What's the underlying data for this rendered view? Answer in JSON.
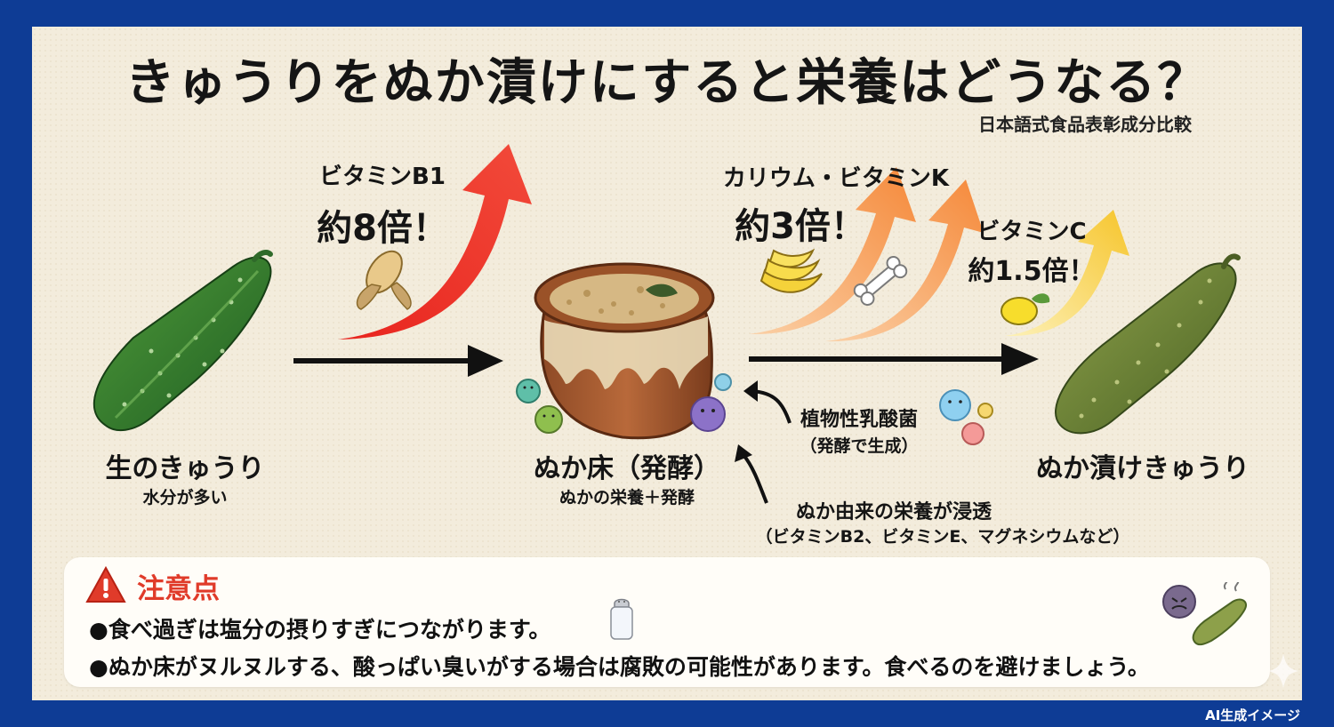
{
  "title": "きゅうりをぬか漬けにすると栄養はどうなる？",
  "subtitle": "日本語式食品表彰成分比較",
  "stages": {
    "raw": {
      "label": "生のきゅうり",
      "sub": "水分が多い"
    },
    "bed": {
      "label": "ぬか床（発酵）",
      "sub": "ぬかの栄養＋発酵"
    },
    "pickled": {
      "label": "ぬか漬けきゅうり"
    }
  },
  "callouts": {
    "b1": {
      "name": "ビタミンB1",
      "value": "約8倍！",
      "arrow_color": "#e8241e"
    },
    "k": {
      "name": "カリウム・ビタミンK",
      "value": "約3倍！",
      "arrow_color": "#f5893a"
    },
    "c": {
      "name": "ビタミンC",
      "value": "約1.5倍！",
      "arrow_color": "#f6c52c"
    }
  },
  "bacteria": {
    "label": "植物性乳酸菌",
    "sub": "（発酵で生成）"
  },
  "nutrients": {
    "label": "ぬか由来の栄養が浸透",
    "sub": "（ビタミンB2、ビタミンE、マグネシウムなど）"
  },
  "warning": {
    "title": "注意点",
    "lines": [
      "●食べ過ぎは塩分の摂りすぎにつながります。",
      "●ぬか床がヌルヌルする、酸っぱい臭いがする場合は腐敗の可能性があります。食べるのを避けましょう。"
    ],
    "accent": "#e03b2a"
  },
  "ai_note": "AI生成イメージ",
  "icons": [
    "corn-icon",
    "banana-icon",
    "bone-icon",
    "lemon-icon",
    "salt-shaker-icon",
    "warning-icon",
    "bacteria-icon",
    "spoiled-cucumber-icon",
    "sparkle-icon"
  ]
}
